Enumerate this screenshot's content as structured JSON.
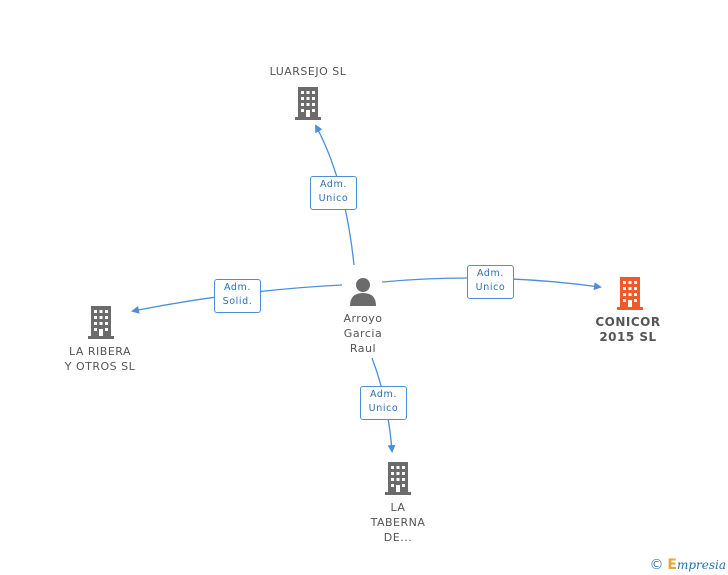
{
  "nodes": {
    "luarsejo": {
      "name": "LUARSEJO SL"
    },
    "la_ribera": {
      "line1": "LA RIBERA",
      "line2": "Y OTROS SL"
    },
    "person": {
      "line1": "Arroyo",
      "line2": "Garcia",
      "line3": "Raul"
    },
    "conicor": {
      "line1": "CONICOR",
      "line2": "2015 SL"
    },
    "la_taberna": {
      "line1": "LA",
      "line2": "TABERNA",
      "line3": "DE..."
    }
  },
  "edges": {
    "to_luarsejo": {
      "role_line1": "Adm.",
      "role_line2": "Unico"
    },
    "to_la_ribera": {
      "role_line1": "Adm.",
      "role_line2": "Solid."
    },
    "to_conicor": {
      "role_line1": "Adm.",
      "role_line2": "Unico"
    },
    "to_la_taberna": {
      "role_line1": "Adm.",
      "role_line2": "Unico"
    }
  },
  "footer": {
    "copyright": "©",
    "brand_initial": "E",
    "brand_rest": "mpresia"
  },
  "colors": {
    "line": "#4a90d9",
    "building_gray": "#6b6b6b",
    "building_focus": "#f05a28",
    "person_gray": "#6b6b6b"
  }
}
